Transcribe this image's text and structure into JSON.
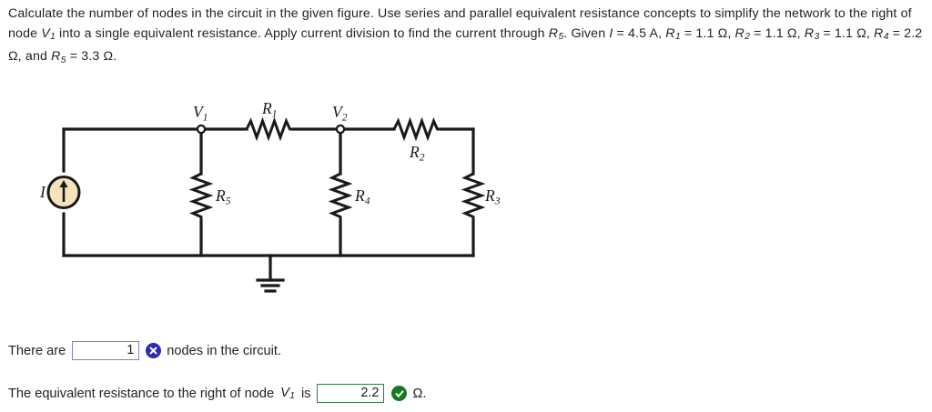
{
  "problem": {
    "line_parts": [
      "Calculate the number of nodes in the circuit in the given figure. Use series and parallel equivalent resistance concepts to simplify the network to the right of node ",
      " into a single equivalent resistance. Apply current division to find the current through ",
      ". Given ",
      " = 4.5 A, ",
      " = 1.1 Ω, ",
      " = 1.1 Ω, ",
      " = 1.1 Ω, ",
      " = 2.2 Ω, and ",
      " = 3.3 Ω."
    ],
    "symbols": {
      "V": "V",
      "R": "R",
      "I": "I",
      "sub_1": "1",
      "sub_2": "2",
      "sub_3": "3",
      "sub_4": "4",
      "sub_5": "5"
    },
    "given": {
      "I": "4.5 A",
      "R1": "1.1 Ω",
      "R2": "1.1 Ω",
      "R3": "1.1 Ω",
      "R4": "2.2 Ω",
      "R5": "3.3 Ω"
    }
  },
  "circuit": {
    "labels": {
      "source": "I",
      "node_v1": "V",
      "node_v1_sub": "1",
      "node_v2": "V",
      "node_v2_sub": "2",
      "r1": "R",
      "r1_sub": "1",
      "r2": "R",
      "r2_sub": "2",
      "r3": "R",
      "r3_sub": "3",
      "r4": "R",
      "r4_sub": "4",
      "r5": "R",
      "r5_sub": "5"
    },
    "colors": {
      "wire": "#1a1a1a",
      "source_fill": "#f5e3bb",
      "node_fill": "#ffffff"
    }
  },
  "answers": {
    "nodes": {
      "prefix": "There are",
      "value": "1",
      "suffix": "nodes in the circuit.",
      "status": "incorrect",
      "status_color": "#2b2bb5"
    },
    "resistance": {
      "prefix_a": "The equivalent resistance to the right of node",
      "node_symbol": "V",
      "node_sub": "1",
      "prefix_b": "is",
      "value": "2.2",
      "unit": "Ω.",
      "status": "correct",
      "status_color": "#15791f"
    }
  }
}
